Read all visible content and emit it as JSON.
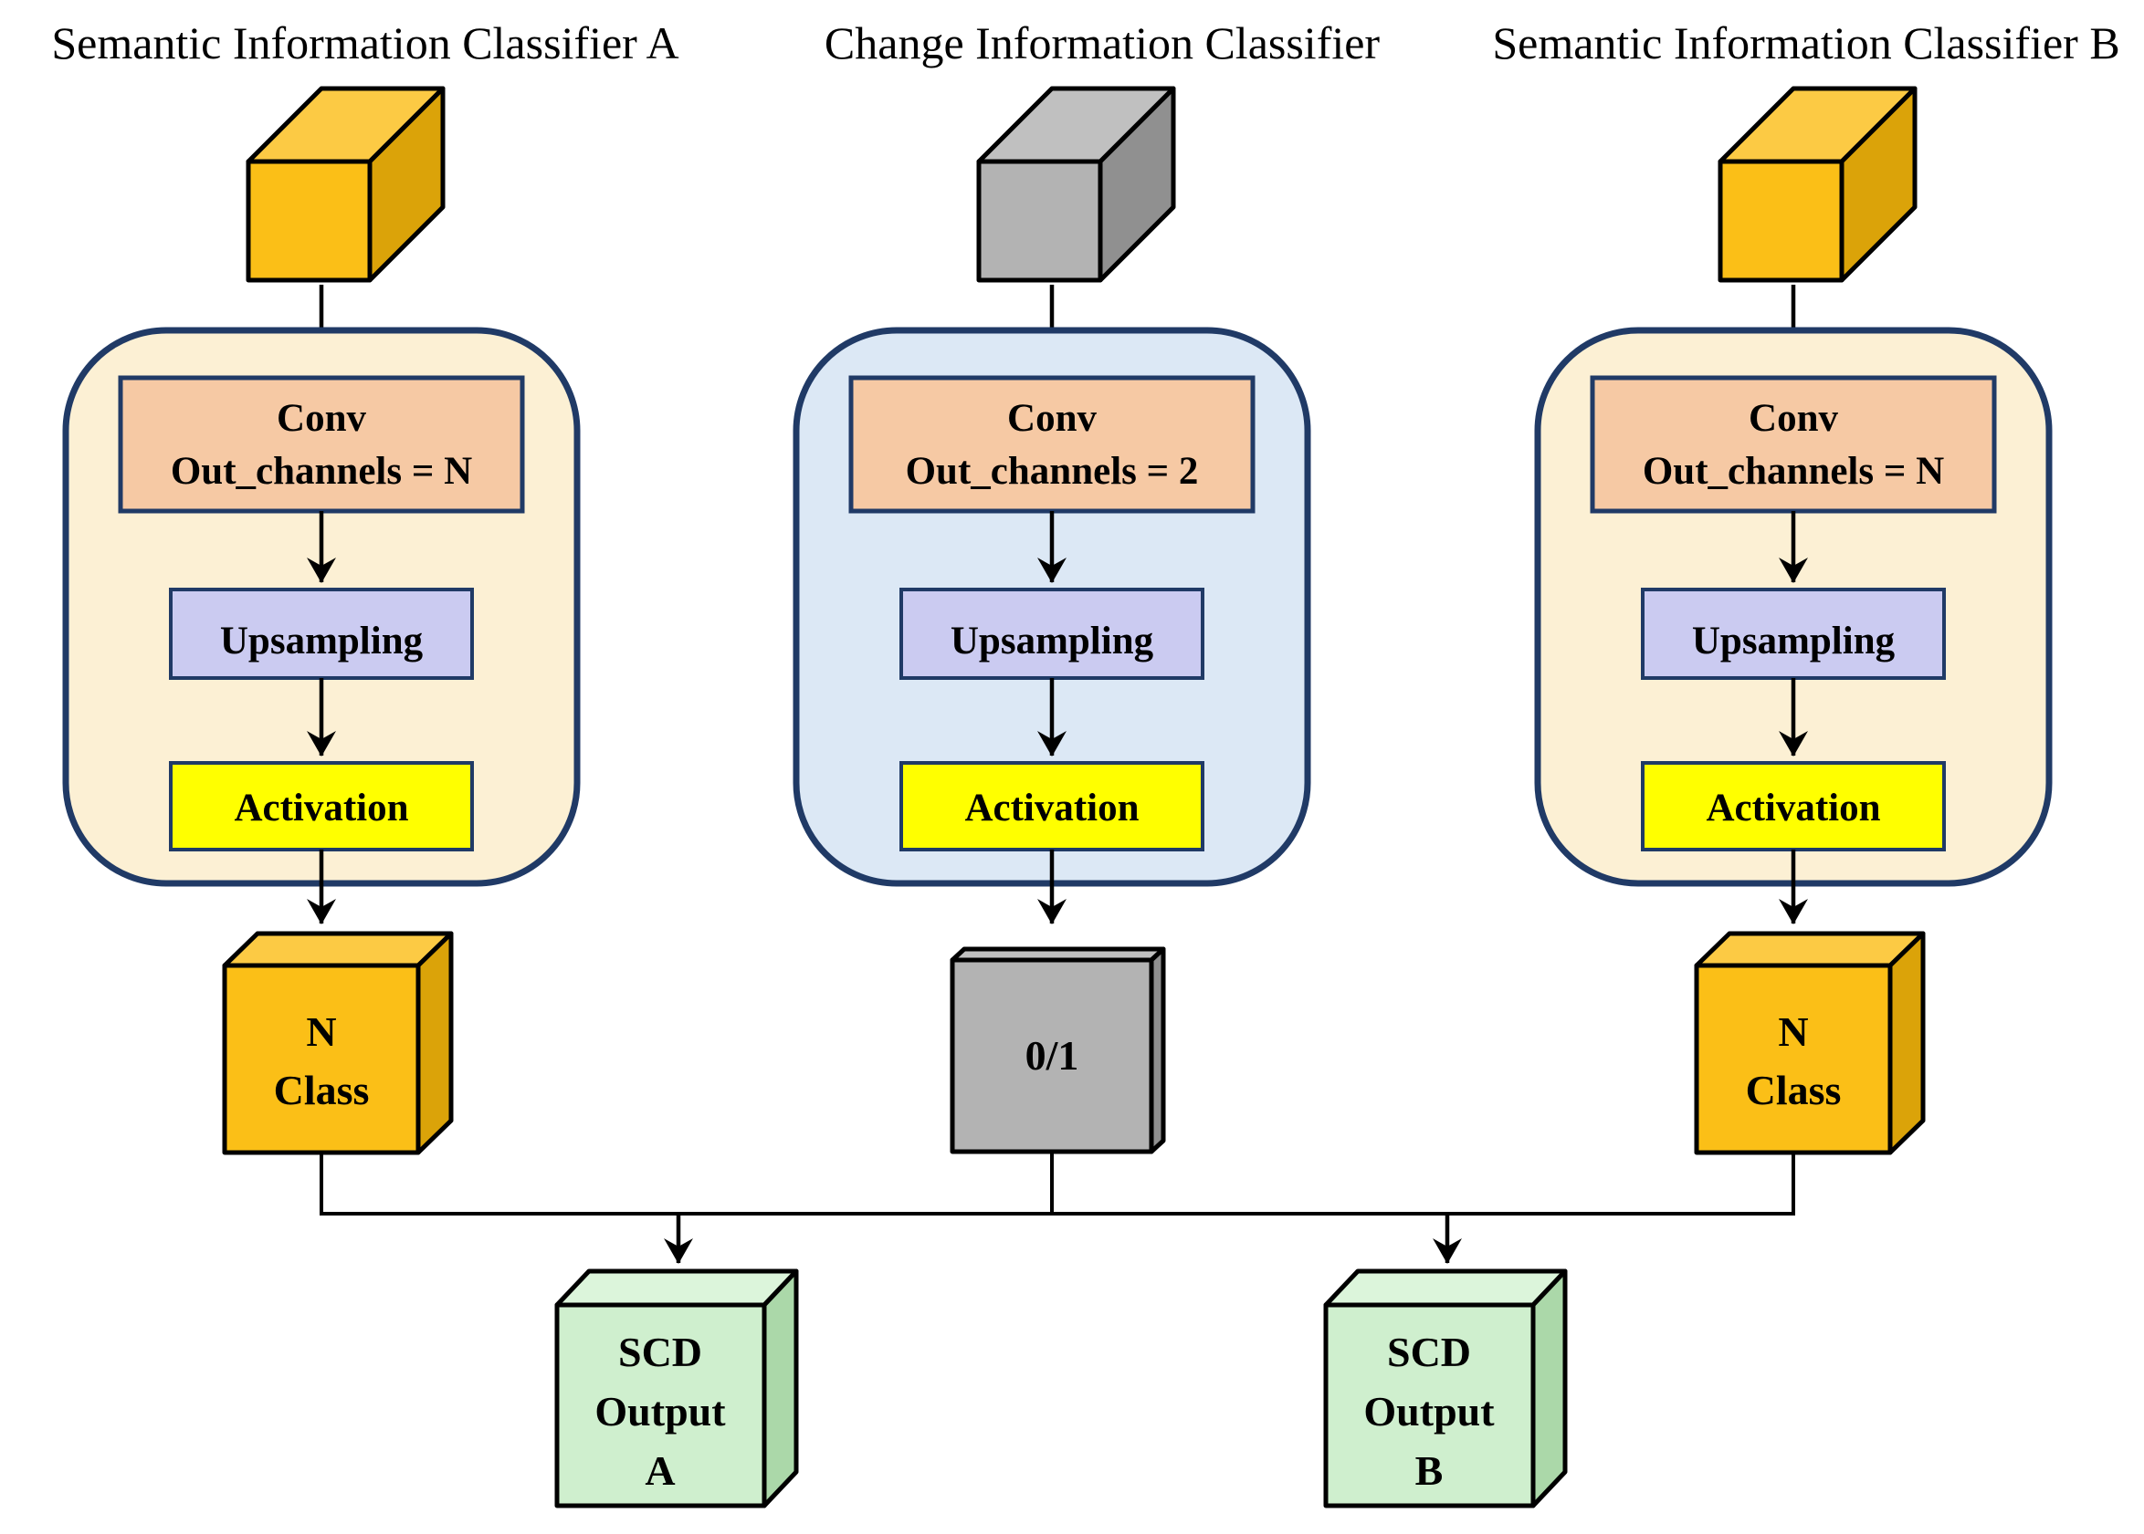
{
  "titles": {
    "classifier_a": "Semantic Information Classifier A",
    "change_classifier": "Change Information Classifier",
    "classifier_b": "Semantic Information Classifier B"
  },
  "classifier_a": {
    "conv_line1": "Conv",
    "conv_line2": "Out_channels = N",
    "upsampling": "Upsampling",
    "activation": "Activation",
    "output_cube_line1": "N",
    "output_cube_line2": "Class"
  },
  "change_classifier": {
    "conv_line1": "Conv",
    "conv_line2": "Out_channels = 2",
    "upsampling": "Upsampling",
    "activation": "Activation",
    "output_cube_label": "0/1"
  },
  "classifier_b": {
    "conv_line1": "Conv",
    "conv_line2": "Out_channels = N",
    "upsampling": "Upsampling",
    "activation": "Activation",
    "output_cube_line1": "N",
    "output_cube_line2": "Class"
  },
  "scd_outputs": {
    "a": {
      "line1": "SCD",
      "line2": "Output",
      "line3": "A"
    },
    "b": {
      "line1": "SCD",
      "line2": "Output",
      "line3": "B"
    }
  },
  "colors": {
    "navy_border": "#203a66",
    "panel_cream": "#fcf0d4",
    "panel_blue": "#dce8f5",
    "conv_fill": "#f6c9a4",
    "upsampling_fill": "#cbcbf1",
    "activation_fill": "#ffff00",
    "orange_front": "#fbbf17",
    "orange_top": "#fcca44",
    "orange_side": "#dba309",
    "gray_front": "#b3b3b3",
    "gray_top": "#c0c0c0",
    "gray_side": "#909090",
    "green_front": "#cfefce",
    "green_top": "#dcf5db",
    "green_side": "#abd8a9",
    "line_black": "#000000"
  }
}
